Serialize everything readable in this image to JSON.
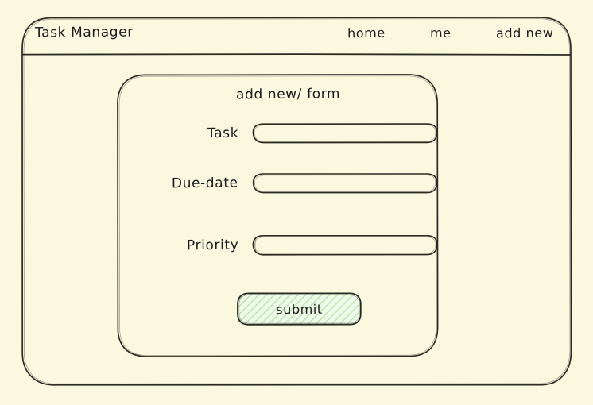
{
  "page": {
    "background_color": "#fbf8e0",
    "ink_color": "#2b2a23",
    "style": "hand-drawn wireframe"
  },
  "header": {
    "title": "Task Manager",
    "nav": [
      {
        "label": "home"
      },
      {
        "label": "me"
      },
      {
        "label": "add new"
      }
    ]
  },
  "card": {
    "title": "add new/  form",
    "fields": [
      {
        "label": "Task",
        "value": "",
        "placeholder": ""
      },
      {
        "label": "Due-date",
        "value": "",
        "placeholder": ""
      },
      {
        "label": "Priority",
        "value": "",
        "placeholder": ""
      }
    ],
    "submit": {
      "label": "submit",
      "fill_color": "#e9f7e2",
      "hatch_color": "#bfe3ad",
      "border_color": "#2b2a23"
    }
  }
}
